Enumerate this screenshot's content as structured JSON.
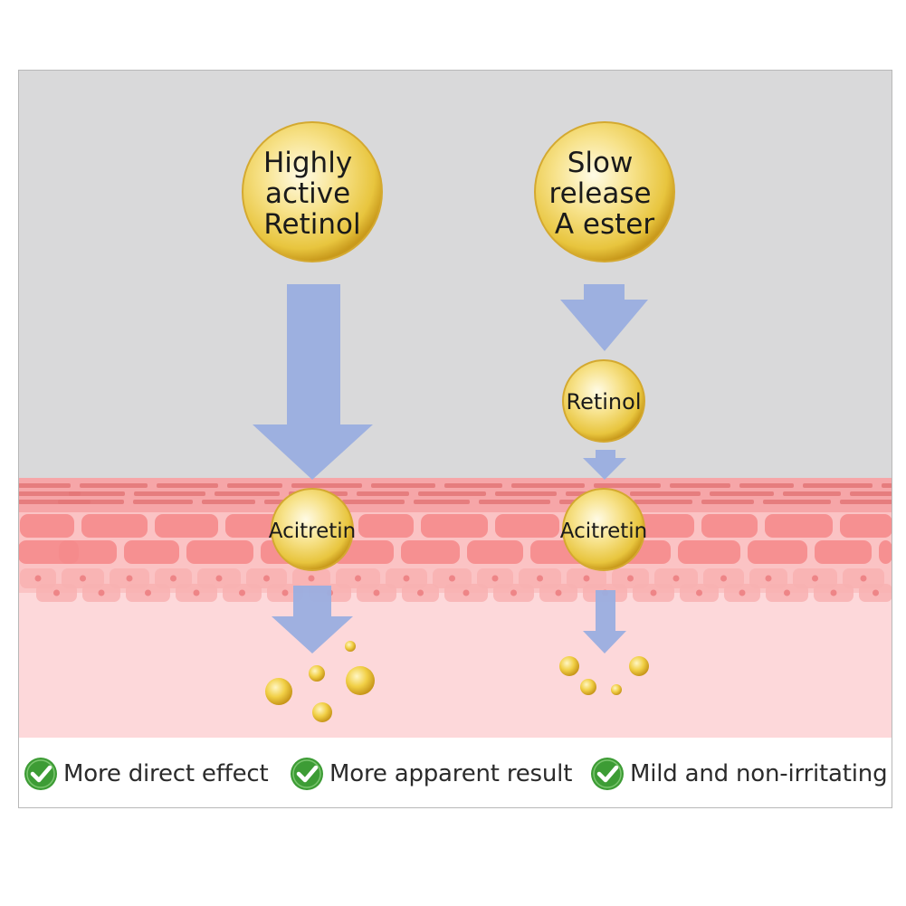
{
  "nodes": {
    "left_top": [
      "Highly",
      "active",
      "Retinol"
    ],
    "right_top": [
      "Slow",
      "release",
      "A ester"
    ],
    "right_mid": "Retinol",
    "left_skin": "Acitretin",
    "right_skin": "Acitretin"
  },
  "legend": [
    {
      "label": "More direct effect"
    },
    {
      "label": "More apparent result"
    },
    {
      "label": "Mild and non-irritating"
    }
  ],
  "colors": {
    "sky": "#d9d9da",
    "arrow": "#9aaee0",
    "skin_top": "#f7a9ab",
    "skin_cells": "#f58b8c",
    "skin_deep": "#fdd8da",
    "orb": "#f3d867",
    "check": "#3d9c35"
  }
}
